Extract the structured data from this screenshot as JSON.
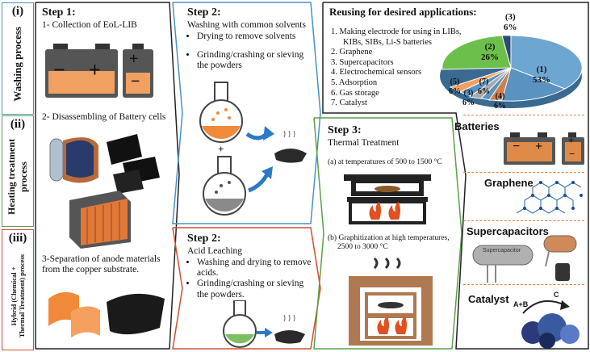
{
  "sidebar": {
    "washing": {
      "roman": "(i)",
      "label": "Washing  process"
    },
    "heating": {
      "roman": "(ii)",
      "label": "Heating treatment process"
    },
    "hybrid": {
      "roman": "(iii)",
      "label1": "Hybrid (Chemical +",
      "label2": "Thermal Treatment) process"
    }
  },
  "step1": {
    "title": "Step 1:",
    "item1": "1- Collection of EoL-LIB",
    "item2": "2- Disassembling of Battery cells",
    "item3a": "3-Separation of anode materials",
    "item3b": "from the copper substrate."
  },
  "step2a": {
    "title": "Step 2:",
    "subtitle": "Washing with common solvents",
    "bullet1": "Drying to remove solvents",
    "bullet2": "Grinding/crashing or sieving the powders",
    "plus": "+"
  },
  "step2b": {
    "title": "Step 2:",
    "subtitle": "Acid Leaching",
    "bullet1": "Washing and drying to remove acids.",
    "bullet2": "Grinding/crashing or sieving the powders."
  },
  "step3": {
    "title": "Step 3:",
    "subtitle": "Thermal Treatment",
    "a": "(a)  at temperatures of 500 to 1500 °C",
    "b1": "(b) Graphitization at high temperatures,",
    "b2": "2500 to 3000 °C"
  },
  "reuse": {
    "title": "Reusing for desired applications:",
    "items": [
      "1.  Making electrode for using in LIBs,",
      "KIBs, SIBs, Li-S batteries",
      "2.  Graphene",
      "3.  Supercapacitors",
      "4.  Electrochemical sensors",
      "5.  Adsorption",
      "6.  Gas storage",
      "7.  Catalyst"
    ]
  },
  "pie": {
    "l1": "(1)",
    "p1": "53%",
    "l2": "(2)",
    "p2": "26%",
    "l3": "(3)",
    "p3": "6%",
    "l3b": "(3)",
    "p3b": "6%",
    "l4": "(4)",
    "p4": "6%",
    "l5": "(5)",
    "p5": "6%",
    "l7": "(7)",
    "p7": "6%"
  },
  "apps": {
    "batteries": "Batteries",
    "graphene": "Graphene",
    "supercapacitors": "Supercapacitors",
    "supercap_label": "Supercapacitor",
    "catalyst": "Catalyst",
    "reaction": "A+B",
    "product": "C"
  },
  "battery_signs": {
    "minus": "−",
    "plus": "+"
  }
}
